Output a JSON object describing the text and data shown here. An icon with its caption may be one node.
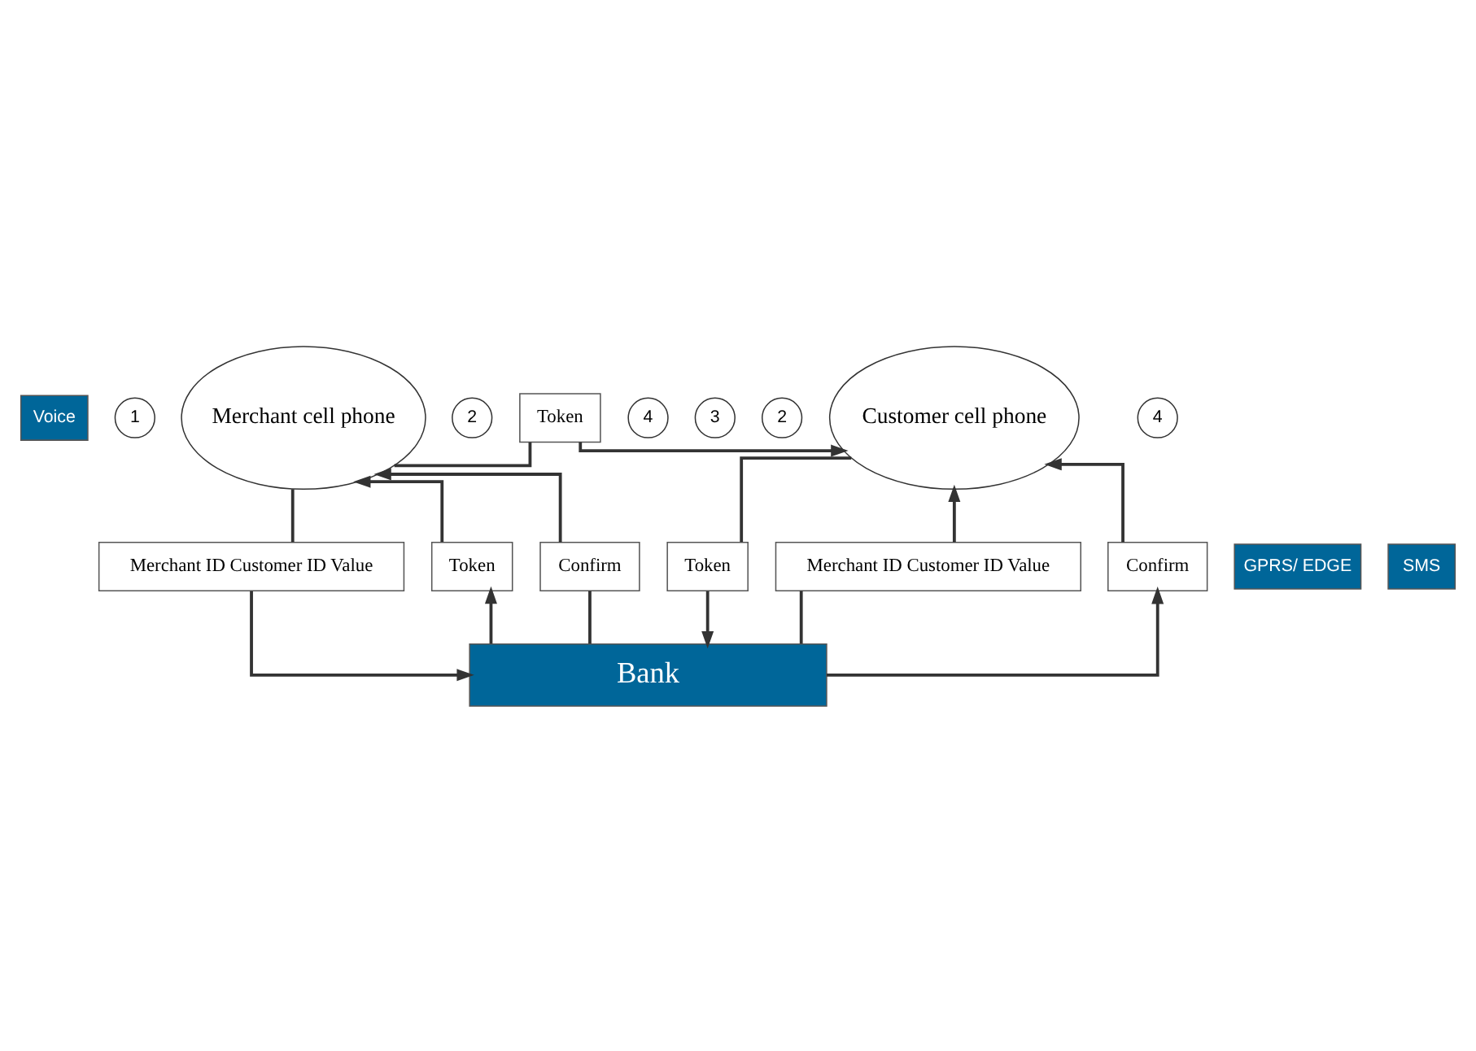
{
  "diagram": {
    "nodes": [
      {
        "text": [
          "Voice"
        ]
      },
      {
        "text": [
          "Merchant cell phone"
        ]
      },
      {
        "text": [
          "Token"
        ]
      },
      {
        "text": [
          "Customer cell phone"
        ]
      },
      {
        "text": [
          "1"
        ]
      },
      {
        "text": [
          "2"
        ]
      },
      {
        "text": [
          "4"
        ]
      },
      {
        "text": [
          "2"
        ]
      },
      {
        "text": [
          "3"
        ]
      },
      {
        "text": [
          "4"
        ]
      },
      {
        "text": [
          "Merchant ID Customer ID Value"
        ]
      },
      {
        "text": [
          "Token"
        ]
      },
      {
        "text": [
          "Confirm"
        ]
      },
      {
        "text": [
          "Merchant ID Customer ID Value"
        ]
      },
      {
        "text": [
          "Token"
        ]
      },
      {
        "text": [
          "Confirm"
        ]
      },
      {
        "text": [
          "GPRS/ EDGE"
        ]
      },
      {
        "text": [
          "SMS"
        ]
      },
      {
        "text": [
          "Bank"
        ]
      }
    ],
    "edges": [
      {
        "from": 1,
        "to": 2,
        "arrow": "none"
      },
      {
        "from": 2,
        "to": 3,
        "arrow": "to"
      },
      {
        "from": 1,
        "to": 10,
        "arrow": "none"
      },
      {
        "from": 10,
        "to": 18,
        "arrow": "to"
      },
      {
        "from": 18,
        "to": 11,
        "arrow": "to"
      },
      {
        "from": 11,
        "to": 1,
        "arrow": "to"
      },
      {
        "from": 18,
        "to": 12,
        "arrow": "none"
      },
      {
        "from": 12,
        "to": 1,
        "arrow": "to"
      },
      {
        "from": 18,
        "to": 13,
        "arrow": "none"
      },
      {
        "from": 13,
        "to": 3,
        "arrow": "to"
      },
      {
        "from": 3,
        "to": 14,
        "arrow": "none"
      },
      {
        "from": 14,
        "to": 18,
        "arrow": "to"
      },
      {
        "from": 18,
        "to": 15,
        "arrow": "to"
      },
      {
        "from": 15,
        "to": 3,
        "arrow": "to"
      }
    ]
  }
}
